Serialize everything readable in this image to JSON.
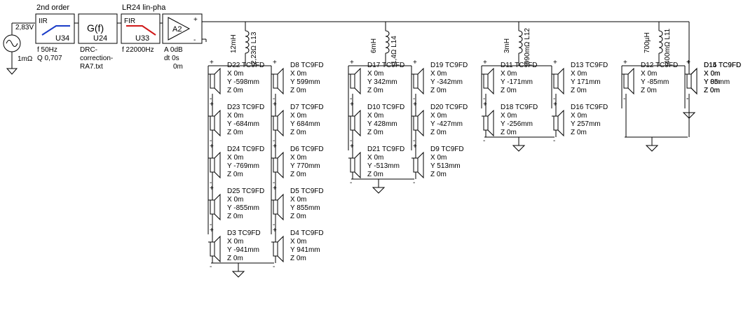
{
  "source": {
    "voltage": "2,83V",
    "resistance": "1mΩ"
  },
  "blocks": {
    "iir": {
      "header": "2nd order",
      "type": "IIR",
      "id": "U34",
      "p1": "f   50Hz",
      "p2": "Q  0,707"
    },
    "gf": {
      "symbol": "G(f)",
      "id": "U24",
      "file1": "DRC-",
      "file2": "correction-",
      "file3": "RA7.txt"
    },
    "fir": {
      "header": "LR24 lin-pha",
      "type": "FIR",
      "id": "U33",
      "p1": "f   22000Hz"
    },
    "amp": {
      "id": "A2",
      "p1": "A  0dB",
      "p2": "dt 0s",
      "p3": "0m"
    }
  },
  "inductors": [
    {
      "value": "12mH",
      "res": "2,23Ω",
      "id": "L13"
    },
    {
      "value": "6mH",
      "res": "1,4Ω",
      "id": "L14"
    },
    {
      "value": "3mH",
      "res": "990mΩ",
      "id": "L12"
    },
    {
      "value": "700µH",
      "res": "400mΩ",
      "id": "L11"
    }
  ],
  "drivers": {
    "g1": [
      {
        "name": "D22 TC9FD",
        "x": "X  0m",
        "y": "Y  -598mm",
        "z": "Z  0m"
      },
      {
        "name": "D8 TC9FD",
        "x": "X  0m",
        "y": "Y  599mm",
        "z": "Z  0m"
      },
      {
        "name": "D23 TC9FD",
        "x": "X  0m",
        "y": "Y  -684mm",
        "z": "Z  0m"
      },
      {
        "name": "D7 TC9FD",
        "x": "X  0m",
        "y": "Y  684mm",
        "z": "Z  0m"
      },
      {
        "name": "D24 TC9FD",
        "x": "X  0m",
        "y": "Y  -769mm",
        "z": "Z  0m"
      },
      {
        "name": "D6 TC9FD",
        "x": "X  0m",
        "y": "Y  770mm",
        "z": "Z  0m"
      },
      {
        "name": "D25 TC9FD",
        "x": "X  0m",
        "y": "Y  -855mm",
        "z": "Z  0m"
      },
      {
        "name": "D5 TC9FD",
        "x": "X  0m",
        "y": "Y  855mm",
        "z": "Z  0m"
      },
      {
        "name": "D3 TC9FD",
        "x": "X  0m",
        "y": "Y  -941mm",
        "z": "Z  0m"
      },
      {
        "name": "D4 TC9FD",
        "x": "X  0m",
        "y": "Y  941mm",
        "z": "Z  0m"
      }
    ],
    "g2": [
      {
        "name": "D17 TC9FD",
        "x": "X  0m",
        "y": "Y  342mm",
        "z": "Z  0m"
      },
      {
        "name": "D19 TC9FD",
        "x": "X  0m",
        "y": "Y  -342mm",
        "z": "Z  0m"
      },
      {
        "name": "D10 TC9FD",
        "x": "X  0m",
        "y": "Y  428mm",
        "z": "Z  0m"
      },
      {
        "name": "D20 TC9FD",
        "x": "X  0m",
        "y": "Y  -427mm",
        "z": "Z  0m"
      },
      {
        "name": "D21 TC9FD",
        "x": "X  0m",
        "y": "Y  -513mm",
        "z": "Z  0m"
      },
      {
        "name": "D9 TC9FD",
        "x": "X  0m",
        "y": "Y  513mm",
        "z": "Z  0m"
      }
    ],
    "g3": [
      {
        "name": "D11 TC9FD",
        "x": "X  0m",
        "y": "Y  -171mm",
        "z": "Z  0m"
      },
      {
        "name": "D13 TC9FD",
        "x": "X  0m",
        "y": "Y  171mm",
        "z": "Z  0m"
      },
      {
        "name": "D18 TC9FD",
        "x": "X  0m",
        "y": "Y  -256mm",
        "z": "Z  0m"
      },
      {
        "name": "D16 TC9FD",
        "x": "X  0m",
        "y": "Y  257mm",
        "z": "Z  0m"
      }
    ],
    "g4": [
      {
        "name": "D12 TC9FD",
        "x": "X  0m",
        "y": "Y  -85mm",
        "z": "Z  0m"
      },
      {
        "name": "D14 TC9FD",
        "x": "X  0m",
        "y": "Y  85mm",
        "z": "Z  0m"
      }
    ],
    "g5": [
      {
        "name": "D15 TC9FD",
        "x": "X  0m",
        "y": "Y  0m",
        "z": "Z  0m"
      }
    ]
  }
}
